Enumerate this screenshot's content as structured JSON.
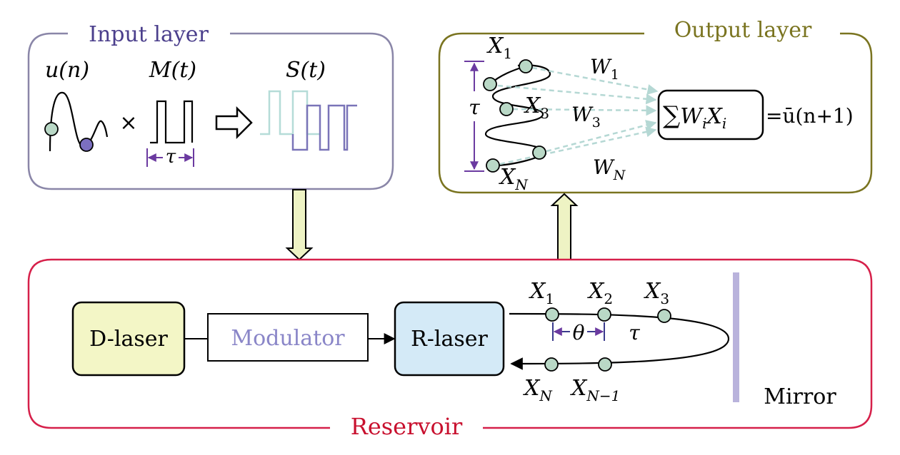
{
  "colors": {
    "input_border": "#8a86a8",
    "input_title": "#4b3f8c",
    "output_border": "#7a7420",
    "output_title": "#7a7420",
    "reservoir_border": "#d6204a",
    "reservoir_title": "#c8102e",
    "node_fill": "#b9d8c6",
    "dot_purple": "#7b6fc0",
    "tau_purple": "#6b3aa0",
    "arrow_fill": "#eef3c4",
    "dlaser_fill": "#f3f6c6",
    "rlaser_fill": "#d4eaf7",
    "modulator_text": "#8a86c8",
    "mirror": "#b9b3dc",
    "dashed_arrow": "#b5d8d4",
    "signal_light": "#b5dcd8",
    "signal_dark": "#7a74b8"
  },
  "input_layer": {
    "title": "Input layer",
    "u_label": "u(n)",
    "m_label": "M(t)",
    "s_label": "S(t)",
    "times": "×",
    "tau": "τ"
  },
  "output_layer": {
    "title": "Output layer",
    "tau": "τ",
    "x1": "X",
    "x1_sub": "1",
    "x3": "X",
    "x3_sub": "3",
    "xn": "X",
    "xn_sub": "N",
    "w1": "W",
    "w1_sub": "1",
    "w3": "W",
    "w3_sub": "3",
    "wn": "W",
    "wn_sub": "N",
    "sum_symbol": "∑",
    "sum_w": "W",
    "sum_i1": "i",
    "sum_x": "X",
    "sum_i2": "i",
    "result": "=ū(n+1)"
  },
  "reservoir": {
    "title": "Reservoir",
    "d_laser": "D-laser",
    "modulator": "Modulator",
    "r_laser": "R-laser",
    "mirror": "Mirror",
    "theta": "θ",
    "tau": "τ",
    "x1": "X",
    "x1_sub": "1",
    "x2": "X",
    "x2_sub": "2",
    "x3": "X",
    "x3_sub": "3",
    "xn": "X",
    "xn_sub": "N",
    "xn1": "X",
    "xn1_sub": "N−1"
  }
}
